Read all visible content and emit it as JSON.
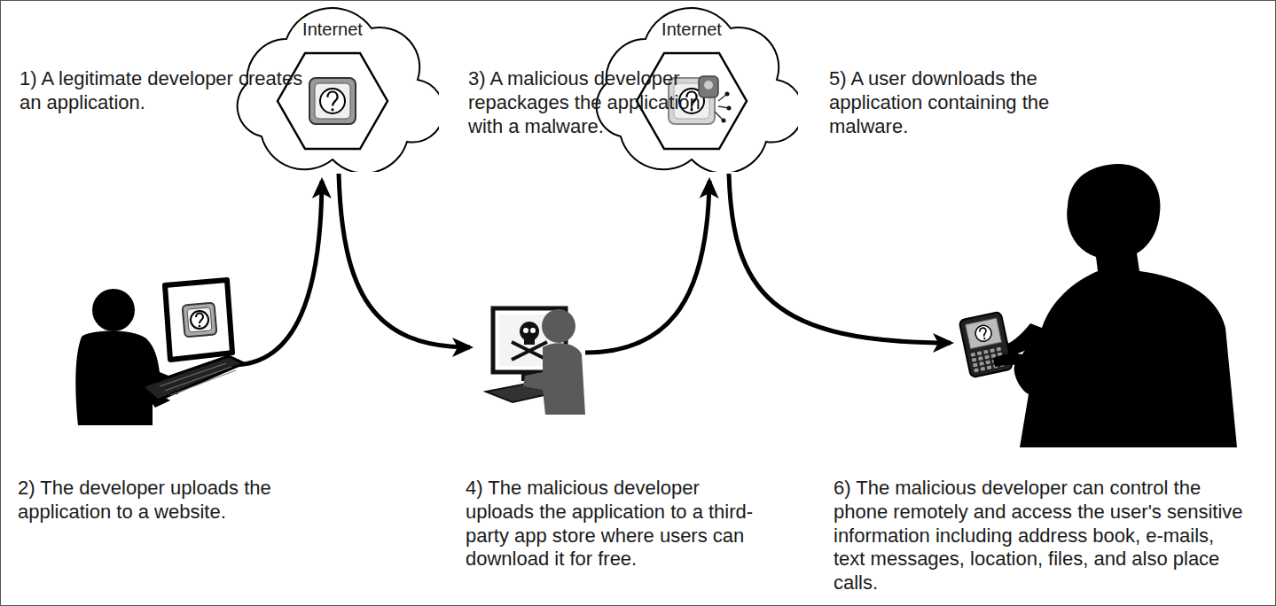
{
  "diagram": {
    "nodes": [
      {
        "text": [
          "Internet"
        ]
      },
      {
        "text": [
          "Internet"
        ]
      }
    ],
    "labels": [
      "1) A legitimate developer creates an application.",
      "2) The developer uploads the application to a website.",
      "3) A malicious developer repackages the application with a malware.",
      "4) The malicious developer uploads the application to a third-party app store where users can download it for free.",
      "5) A user downloads the application containing the malware.",
      "6) The malicious developer can control the phone remotely and access the user's sensitive information including address book, e-mails, text messages, location, files, and also place calls."
    ]
  }
}
